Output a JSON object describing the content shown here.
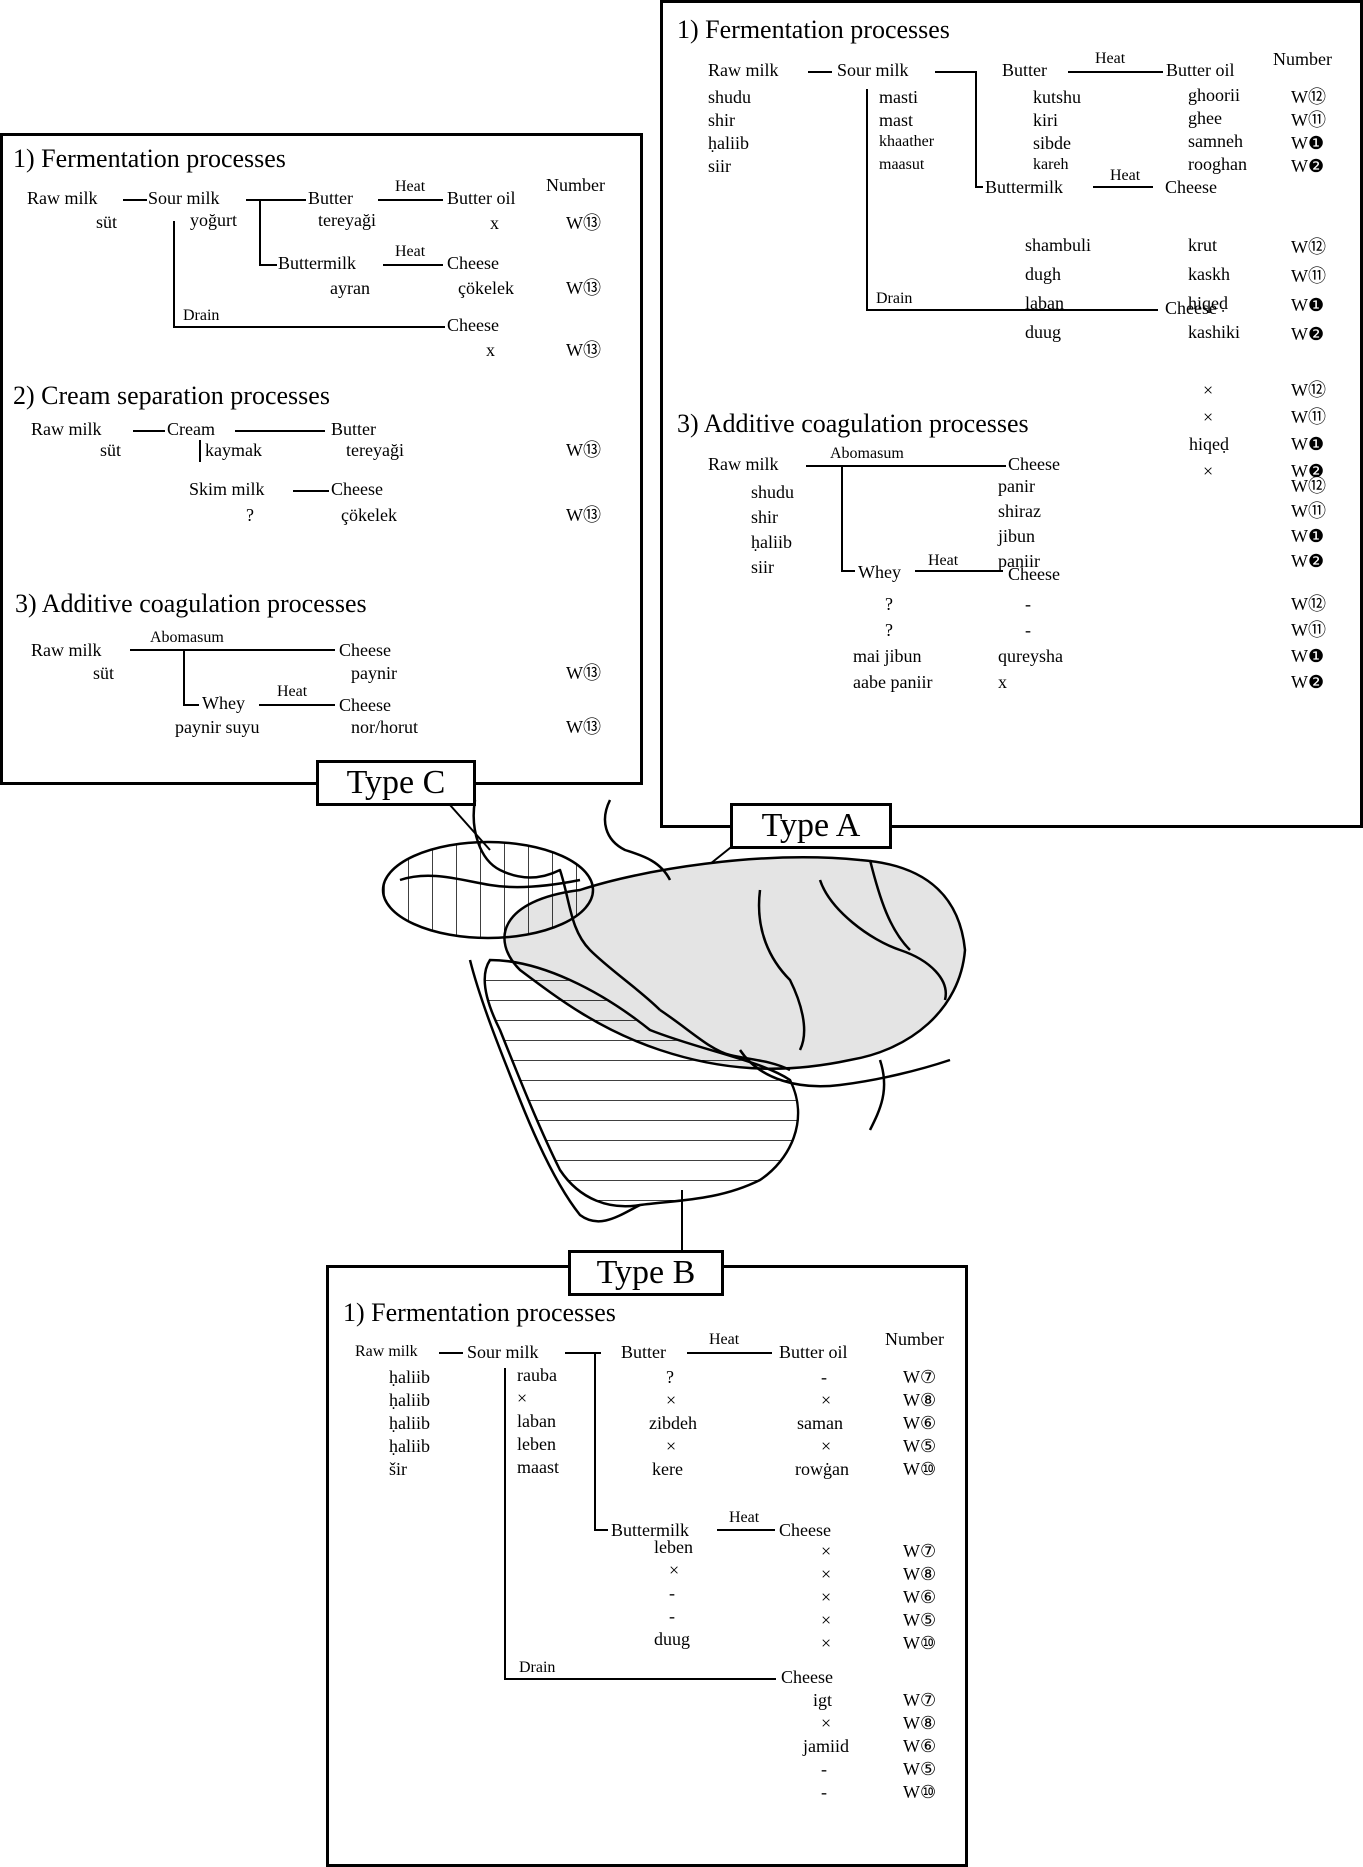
{
  "type_c": {
    "label": "Type C",
    "fermentation": {
      "title": "1) Fermentation processes",
      "raw_milk": "Raw milk",
      "raw_milk_local": "süt",
      "sour_milk": "Sour milk",
      "sour_milk_local": "yoğurt",
      "butter": "Butter",
      "butter_local": "tereyaği",
      "heat": "Heat",
      "butter_oil": "Butter oil",
      "butter_oil_local": "x",
      "number_header": "Number",
      "buttermilk": "Buttermilk",
      "buttermilk_local": "ayran",
      "heat2": "Heat",
      "cheese": "Cheese",
      "cheese_local": "çökelek",
      "drain": "Drain",
      "cheese2": "Cheese",
      "cheese2_local": "x",
      "num1": "W⑬",
      "num2": "W⑬",
      "num3": "W⑬"
    },
    "cream": {
      "title": "2) Cream separation processes",
      "raw_milk": "Raw milk",
      "raw_milk_local": "süt",
      "cream": "Cream",
      "cream_local": "kaymak",
      "butter": "Butter",
      "butter_local": "tereyaği",
      "skim": "Skim milk",
      "skim_local": "?",
      "cheese": "Cheese",
      "cheese_local": "çökelek",
      "num1": "W⑬",
      "num2": "W⑬"
    },
    "additive": {
      "title": "3) Additive coagulation processes",
      "raw_milk": "Raw milk",
      "raw_milk_local": "süt",
      "abomasum": "Abomasum",
      "cheese": "Cheese",
      "cheese_local": "paynir",
      "whey": "Whey",
      "whey_local": "paynir suyu",
      "heat": "Heat",
      "cheese2": "Cheese",
      "cheese2_local": "nor/horut",
      "num1": "W⑬",
      "num2": "W⑬"
    }
  },
  "type_a": {
    "label": "Type A",
    "fermentation": {
      "title": "1) Fermentation processes",
      "raw_milk": "Raw milk",
      "sour_milk": "Sour milk",
      "butter": "Butter",
      "heat": "Heat",
      "butter_oil": "Butter oil",
      "number_header": "Number",
      "raw_local": [
        "shudu",
        "shir",
        "ḥaliib",
        "siir"
      ],
      "sour_local": [
        "masti",
        "mast",
        "khaather",
        "maasut"
      ],
      "butter_local": [
        "kutshu",
        "kiri",
        "sibde",
        "kareh"
      ],
      "oil_local": [
        "ghoorii",
        "ghee",
        "samneh",
        "rooghan"
      ],
      "nums1": [
        "W⑫",
        "W⑪",
        "W❶",
        "W❷"
      ],
      "buttermilk": "Buttermilk",
      "heat2": "Heat",
      "cheese": "Cheese",
      "bm_local": [
        "shambuli",
        "dugh",
        "laban",
        "duug"
      ],
      "cheese_local": [
        "krut",
        "kaskh",
        "hiqeḍ",
        "kashiki"
      ],
      "nums2": [
        "W⑫",
        "W⑪",
        "W❶",
        "W❷"
      ],
      "drain": "Drain",
      "cheese2": "Cheese",
      "cheese2_local": [
        "×",
        "×",
        "hiqeḍ",
        "×"
      ],
      "nums3": [
        "W⑫",
        "W⑪",
        "W❶",
        "W❷"
      ]
    },
    "additive": {
      "title": "3) Additive coagulation processes",
      "raw_milk": "Raw milk",
      "abomasum": "Abomasum",
      "cheese": "Cheese",
      "raw_local": [
        "shudu",
        "shir",
        "ḥaliib",
        "siir"
      ],
      "cheese_local": [
        "panir",
        "shiraz",
        "jibun",
        "paniir"
      ],
      "nums1": [
        "W⑫",
        "W⑪",
        "W❶",
        "W❷"
      ],
      "whey": "Whey",
      "heat": "Heat",
      "cheese2": "Cheese",
      "whey_local": [
        "?",
        "?",
        "mai jibun",
        "aabe paniir"
      ],
      "cheese2_local": [
        "-",
        "-",
        "qureysha",
        "x"
      ],
      "nums2": [
        "W⑫",
        "W⑪",
        "W❶",
        "W❷"
      ]
    }
  },
  "type_b": {
    "label": "Type B",
    "fermentation": {
      "title": "1) Fermentation processes",
      "raw_milk": "Raw milk",
      "sour_milk": "Sour milk",
      "butter": "Butter",
      "heat": "Heat",
      "butter_oil": "Butter oil",
      "number_header": "Number",
      "raw_local": [
        "ḥaliib",
        "ḥaliib",
        "ḥaliib",
        "ḥaliib",
        "šir"
      ],
      "sour_local": [
        "rauba",
        "×",
        "laban",
        "leben",
        "maast"
      ],
      "butter_local": [
        "?",
        "×",
        "zibdeh",
        "×",
        "kere"
      ],
      "oil_local": [
        "-",
        "×",
        "saman",
        "×",
        "rowġan"
      ],
      "nums1": [
        "W⑦",
        "W⑧",
        "W⑥",
        "W⑤",
        "W⑩"
      ],
      "buttermilk": "Buttermilk",
      "heat2": "Heat",
      "cheese": "Cheese",
      "bm_local": [
        "leben",
        "×",
        "-",
        "-",
        "duug"
      ],
      "cheese_local": [
        "×",
        "×",
        "×",
        "×",
        "×"
      ],
      "nums2": [
        "W⑦",
        "W⑧",
        "W⑥",
        "W⑤",
        "W⑩"
      ],
      "drain": "Drain",
      "cheese2": "Cheese",
      "cheese2_local": [
        "igt",
        "×",
        "jamiid",
        "-",
        "-"
      ],
      "nums3": [
        "W⑦",
        "W⑧",
        "W⑥",
        "W⑤",
        "W⑩"
      ]
    }
  }
}
